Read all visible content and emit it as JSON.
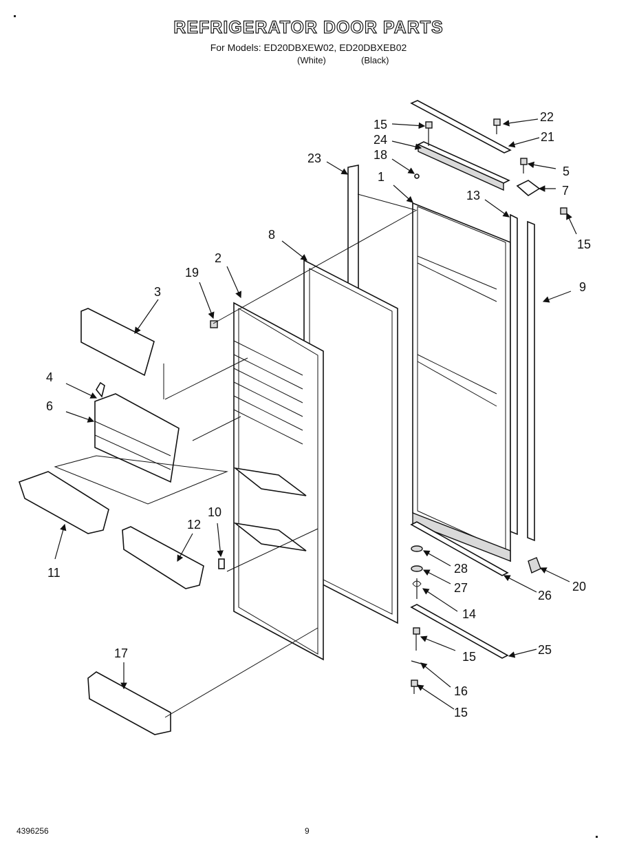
{
  "header": {
    "title": "REFRIGERATOR DOOR PARTS",
    "subtitle": "For Models: ED20DBXEW02, ED20DBXEB02",
    "variant_white": "(White)",
    "variant_black": "(Black)"
  },
  "footer": {
    "doc_number": "4396256",
    "page_number": "9"
  },
  "callouts": {
    "c1": "1",
    "c2": "2",
    "c3": "3",
    "c4": "4",
    "c5": "5",
    "c6": "6",
    "c7": "7",
    "c8": "8",
    "c9": "9",
    "c10": "10",
    "c11": "11",
    "c12": "12",
    "c13": "13",
    "c14": "14",
    "c15a": "15",
    "c15b": "15",
    "c15c": "15",
    "c15d": "15",
    "c16": "16",
    "c17": "17",
    "c18": "18",
    "c19": "19",
    "c20": "20",
    "c21": "21",
    "c22": "22",
    "c23": "23",
    "c24": "24",
    "c25": "25",
    "c26": "26",
    "c27": "27",
    "c28": "28"
  }
}
